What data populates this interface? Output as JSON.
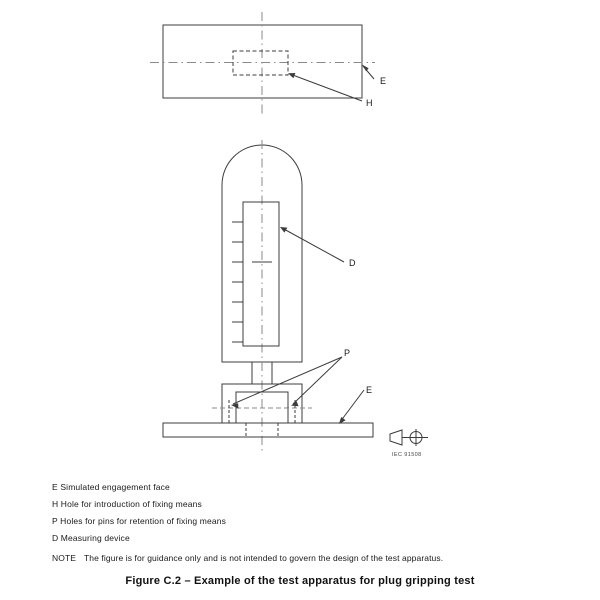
{
  "figure": {
    "caption": "Figure C.2 – Example of the test apparatus for plug gripping test",
    "iec_reference": "IEC   91508"
  },
  "legend": {
    "items": [
      {
        "key": "E",
        "text": "E Simulated engagement face"
      },
      {
        "key": "H",
        "text": "H Hole for introduction of fixing means"
      },
      {
        "key": "P",
        "text": "P Holes for pins for retention of fixing means"
      },
      {
        "key": "D",
        "text": "D Measuring device"
      }
    ]
  },
  "note": {
    "label": "NOTE",
    "text": "The figure is for guidance only and is not intended to govern the design of the test apparatus."
  },
  "callouts": {
    "top_plate_engagement_face": "E",
    "hole_fixing_means": "H",
    "measuring_device": "D",
    "pin_holes": "P",
    "base_engagement_face": "E"
  },
  "colors": {
    "line": "#3c3c3c",
    "centerline": "#8a8a8a",
    "text": "#1a1a1a",
    "background": "#ffffff"
  }
}
